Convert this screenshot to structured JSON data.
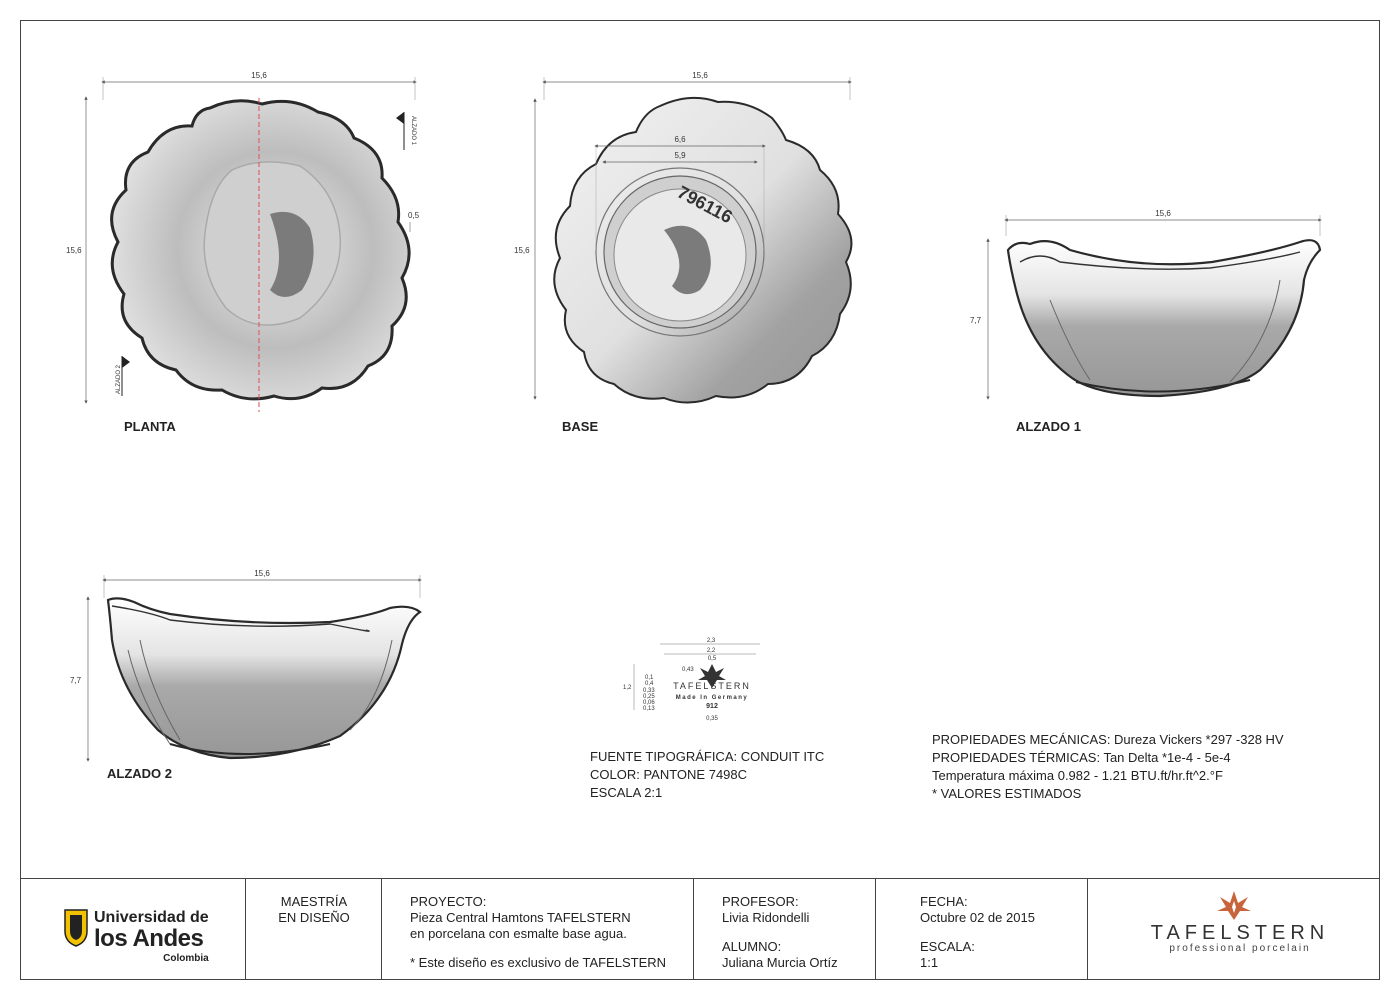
{
  "dimensions": {
    "planta_width": "15,6",
    "planta_height": "15,6",
    "planta_rim": "0,5",
    "base_width": "15,6",
    "base_height": "15,6",
    "base_outer_ring": "6,6",
    "base_inner_ring": "5,9",
    "alzado1_width": "15,6",
    "alzado1_height": "7,7",
    "alzado2_width": "15,6",
    "alzado2_height": "7,7"
  },
  "section_marks": {
    "alzado1": "ALZADO 1",
    "alzado2": "ALZADO 2"
  },
  "base_code": "796116",
  "views": {
    "planta": "PLANTA",
    "base": "BASE",
    "alzado1": "ALZADO 1",
    "alzado2": "ALZADO 2"
  },
  "stamp": {
    "brand": "TAFELSTERN",
    "made_in": "Made In Germany",
    "number": "912",
    "dims_top": [
      "2,3",
      "2,2",
      "0,5",
      "0,43"
    ],
    "dims_left": [
      "0,1",
      "0,4",
      "0,33",
      "0,25",
      "0,06",
      "0,13"
    ],
    "dim_height": "1,2",
    "dim_bottom": "0,35"
  },
  "typography": {
    "font": "FUENTE TIPOGRÁFICA: CONDUIT ITC",
    "color": "COLOR: PANTONE 7498C",
    "scale": "ESCALA 2:1"
  },
  "properties": {
    "mechanical": "PROPIEDADES MECÁNICAS:  Dureza Vickers *297 -328  HV",
    "thermal": "PROPIEDADES TÉRMICAS: Tan Delta  *1e-4   - 5e-4",
    "temperature": "Temperatura máxima 0.982 - 1.21 BTU.ft/hr.ft^2.°F",
    "note": "* VALORES ESTIMADOS"
  },
  "title_block": {
    "university": {
      "line1": "Universidad de",
      "line2": "los Andes",
      "line3": "Colombia"
    },
    "program": {
      "line1": "MAESTRÍA",
      "line2": "EN DISEÑO"
    },
    "project": {
      "label": "PROYECTO:",
      "line1": "Pieza Central Hamtons TAFELSTERN",
      "line2": "en porcelana con esmalte base agua.",
      "note": "* Este diseño es exclusivo de TAFELSTERN"
    },
    "professor": {
      "label": "PROFESOR:",
      "name": "Livia Ridondelli"
    },
    "student": {
      "label": "ALUMNO:",
      "name": "Juliana Murcia Ortíz"
    },
    "date": {
      "label": "FECHA:",
      "value": "Octubre 02 de 2015"
    },
    "scale": {
      "label": "ESCALA:",
      "value": "1:1"
    },
    "brand": {
      "name": "TAFELSTERN",
      "subtitle": "professional porcelain"
    }
  },
  "colors": {
    "line": "#333333",
    "shade": "#9a9a9a",
    "section_line": "#d9534f",
    "logo_star": "#c8643c",
    "logo_yellow": "#f2c200"
  }
}
